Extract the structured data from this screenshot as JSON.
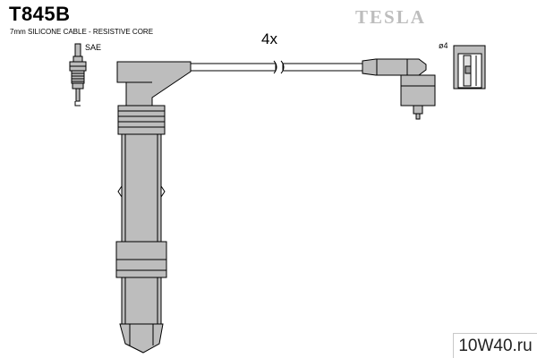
{
  "header": {
    "model": "T845B",
    "description": "7mm SILICONE CABLE - RESISTIVE CORE",
    "brand": "TESLA"
  },
  "diagram": {
    "quantity": "4x",
    "plug_label": "SAE",
    "terminal_label": "ø4"
  },
  "watermark": {
    "site": "10W40.ru"
  }
}
